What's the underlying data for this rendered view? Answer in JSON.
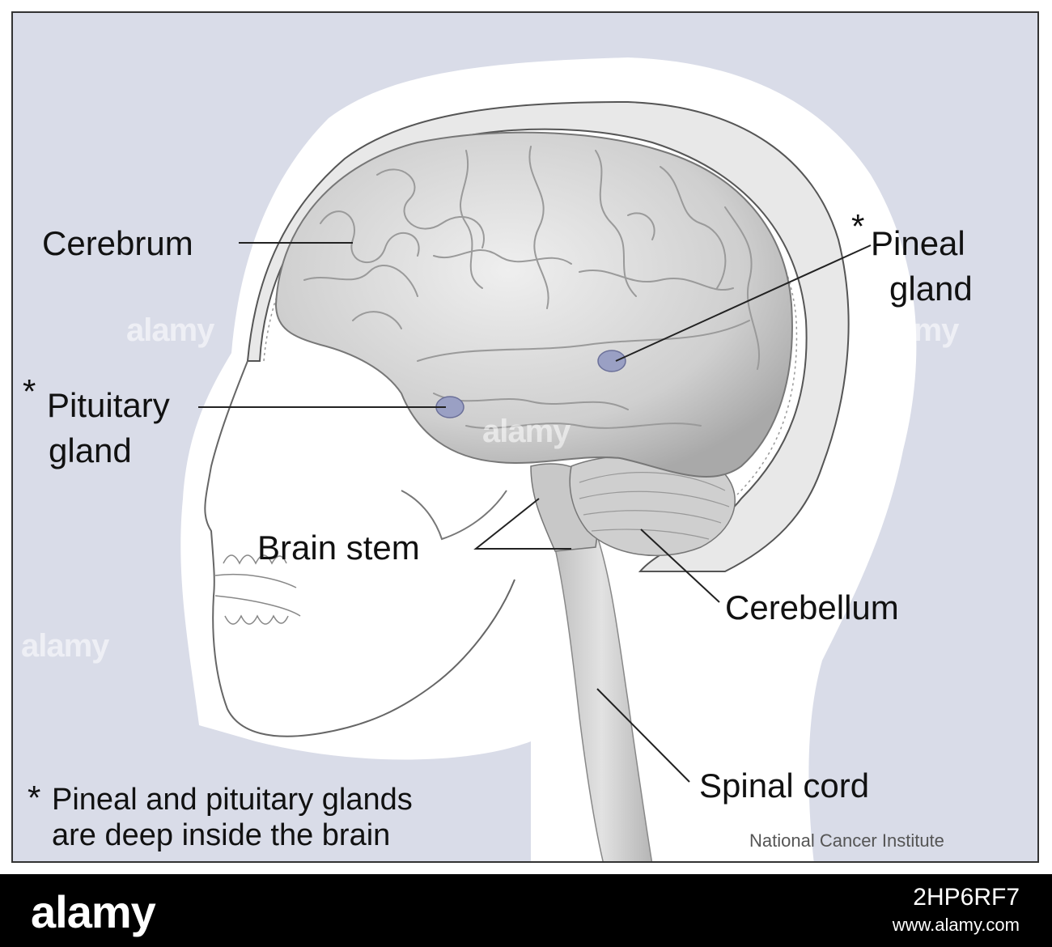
{
  "labels": {
    "cerebrum": "Cerebrum",
    "pineal_line1": "Pineal",
    "pineal_line2": "gland",
    "pituitary_line1": "Pituitary",
    "pituitary_line2": "gland",
    "brain_stem": "Brain stem",
    "cerebellum": "Cerebellum",
    "spinal_cord": "Spinal cord",
    "asterisk": "*"
  },
  "footnote": {
    "line1": "Pineal and pituitary glands",
    "line2": "are deep inside the brain"
  },
  "credit": "National Cancer Institute",
  "watermark": "alamy",
  "footer": {
    "brand": "alamy",
    "image_id": "2HP6RF7",
    "site": "www.alamy.com"
  },
  "colors": {
    "background": "#d9dce8",
    "silhouette": "#ffffff",
    "brain": "#c9c9c9",
    "gland": "#9aa0c4"
  }
}
